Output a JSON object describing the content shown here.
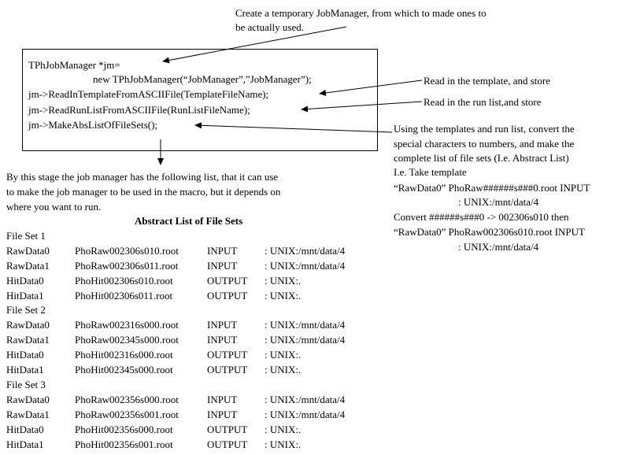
{
  "top_note": {
    "line1": "Create a temporary JobManager, from which to made ones to",
    "line2": "be actually used."
  },
  "code": {
    "line1": "TPhJobManager *jm=",
    "line2": "new TPhJobManager(“JobManager”,”JobManager”);",
    "line3": "jm->ReadInTemplateFromASCIIFile(TemplateFileName);",
    "line4": "jm->ReadRunListFromASCIIFile(RunListFileName);",
    "line5": "jm->MakeAbsListOfFileSets();"
  },
  "notes": {
    "read_template": "Read in the template, and store",
    "read_runlist": "Read in the run list,and store",
    "make_list": [
      "Using the templates and run list, convert the",
      "special characters to numbers, and make the",
      "complete list of file sets (I.e. Abstract List)",
      "I.e. Take template",
      "“RawData0” PhoRaw######s###0.root INPUT",
      ": UNIX:/mnt/data/4",
      "Convert ######s###0 -> 002306s010 then",
      "“RawData0” PhoRaw002306s010.root INPUT",
      ": UNIX:/mnt/data/4"
    ]
  },
  "intro": [
    "By this stage the job manager has the following list, that it can use",
    "to make the job manager to be used in the macro, but it depends on",
    "where you want to run."
  ],
  "abstract_list": {
    "title": "Abstract List of File Sets",
    "file_sets": [
      {
        "label": "File Set 1",
        "rows": [
          [
            "RawData0",
            "PhoRaw002306s010.root",
            "INPUT",
            ": UNIX:/mnt/data/4"
          ],
          [
            "RawData1",
            "PhoRaw002306s011.root",
            "INPUT",
            ": UNIX:/mnt/data/4"
          ],
          [
            "HitData0",
            "PhoHit002306s010.root",
            "OUTPUT",
            ": UNIX:."
          ],
          [
            "HitData1",
            "PhoHit002306s011.root",
            "OUTPUT",
            ": UNIX:."
          ]
        ]
      },
      {
        "label": "File Set 2",
        "rows": [
          [
            "RawData0",
            "PhoRaw002316s000.root",
            "INPUT",
            ": UNIX:/mnt/data/4"
          ],
          [
            "RawData1",
            "PhoRaw002345s000.root",
            "INPUT",
            ": UNIX:/mnt/data/4"
          ],
          [
            "HitData0",
            "PhoHit002316s000.root",
            "OUTPUT",
            ": UNIX:."
          ],
          [
            "HitData1",
            "PhoHit002345s000.root",
            "OUTPUT",
            ": UNIX:."
          ]
        ]
      },
      {
        "label": "File Set 3",
        "rows": [
          [
            "RawData0",
            "PhoRaw002356s000.root",
            "INPUT",
            ": UNIX:/mnt/data/4"
          ],
          [
            "RawData1",
            "PhoRaw002356s001.root",
            "INPUT",
            ": UNIX:/mnt/data/4"
          ],
          [
            "HitData0",
            "PhoHit002356s000.root",
            "OUTPUT",
            ": UNIX:."
          ],
          [
            "HitData1",
            "PhoHit002356s001.root",
            "OUTPUT",
            ": UNIX:."
          ]
        ]
      }
    ]
  }
}
